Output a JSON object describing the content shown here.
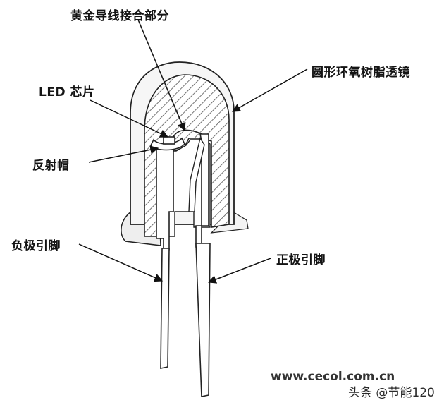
{
  "labels": {
    "gold_wire_joint": "黄金导线接合部分",
    "epoxy_lens": "圆形环氧树脂透镜",
    "led_chip": "LED 芯片",
    "reflector_cup": "反射帽",
    "cathode_lead": "负极引脚",
    "anode_lead": "正极引脚"
  },
  "watermarks": {
    "site": "www.cecol.com.cn",
    "credit": "头条 @节能120"
  }
}
